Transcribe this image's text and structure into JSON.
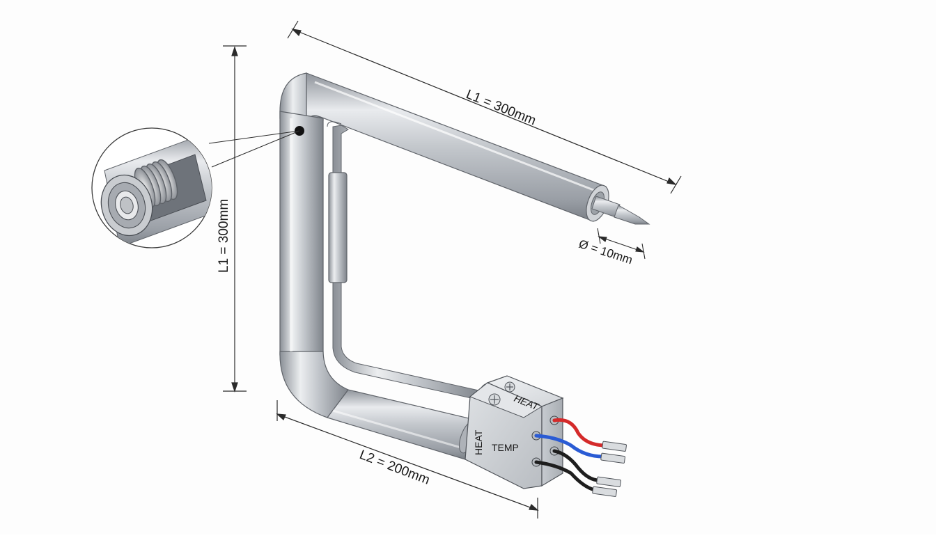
{
  "dimensions": {
    "top_length": "L1 = 300mm",
    "side_length": "L1 = 300mm",
    "bottom_length": "L2 = 200mm",
    "diameter": "Ø = 10mm"
  },
  "terminal_block": {
    "label_top": "HEAT",
    "label_front": "TEMP",
    "label_side": "HEAT"
  },
  "colors": {
    "wire_red": "#d42a2a",
    "wire_blue": "#2a5bd4",
    "wire_black": "#1e1e1e",
    "tube_steel": "#b8bcc2"
  }
}
